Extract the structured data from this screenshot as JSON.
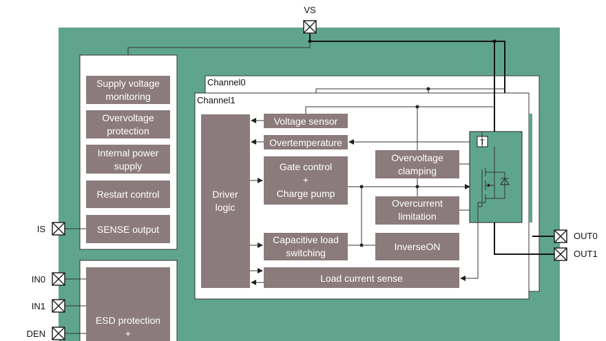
{
  "pins": {
    "vs": "VS",
    "is": "IS",
    "in0": "IN0",
    "in1": "IN1",
    "den": "DEN",
    "out0": "OUT0",
    "out1": "OUT1"
  },
  "left_panel": {
    "supply_line1": "Supply voltage",
    "supply_line2": "monitoring",
    "overvoltage_line1": "Overvoltage",
    "overvoltage_line2": "protection",
    "internal_line1": "Internal power",
    "internal_line2": "supply",
    "restart": "Restart control",
    "sense": "SENSE output",
    "esd_line1": "ESD protection",
    "esd_line2": "+"
  },
  "channels": {
    "channel0": "Channel0",
    "channel1": "Channel1"
  },
  "channel_blocks": {
    "driver_line1": "Driver",
    "driver_line2": "logic",
    "voltage_sensor": "Voltage sensor",
    "overtemperature": "Overtemperature",
    "gate_line1": "Gate control",
    "gate_line2": "+",
    "gate_line3": "Charge pump",
    "ov_clamp_line1": "Overvoltage",
    "ov_clamp_line2": "clamping",
    "overcurrent_line1": "Overcurrent",
    "overcurrent_line2": "limitation",
    "cap_line1": "Capacitive load",
    "cap_line2": "switching",
    "inverse_on": "InverseON",
    "load_current": "Load current sense",
    "temp_sensor": "T"
  },
  "colors": {
    "package_green": "#5fa58d",
    "block_mauve": "#8c7b7c",
    "panel_white": "#ffffff"
  }
}
